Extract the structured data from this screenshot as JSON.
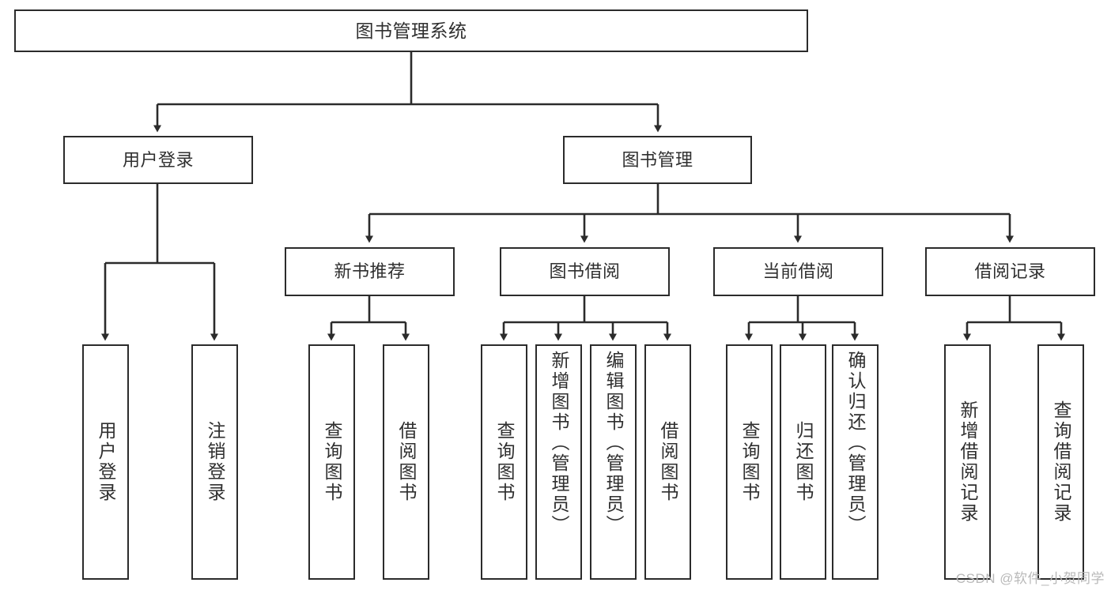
{
  "diagram": {
    "type": "tree-hierarchy",
    "title": "图书管理系统",
    "root": {
      "id": "root",
      "label": "图书管理系统"
    },
    "level1": [
      {
        "id": "user-login",
        "label": "用户登录"
      },
      {
        "id": "book-manage",
        "label": "图书管理"
      }
    ],
    "level2": [
      {
        "id": "new-book-rec",
        "label": "新书推荐",
        "parent": "book-manage"
      },
      {
        "id": "book-borrow",
        "label": "图书借阅",
        "parent": "book-manage"
      },
      {
        "id": "current-borrow",
        "label": "当前借阅",
        "parent": "book-manage"
      },
      {
        "id": "borrow-record",
        "label": "借阅记录",
        "parent": "book-manage"
      }
    ],
    "leaves": [
      {
        "id": "leaf-user-login",
        "label": "用户登录",
        "parent": "user-login"
      },
      {
        "id": "leaf-user-logout",
        "label": "注销登录",
        "parent": "user-login"
      },
      {
        "id": "leaf-query-book-1",
        "label": "查询图书",
        "parent": "new-book-rec"
      },
      {
        "id": "leaf-borrow-book-1",
        "label": "借阅图书",
        "parent": "new-book-rec"
      },
      {
        "id": "leaf-query-book-2",
        "label": "查询图书",
        "parent": "book-borrow"
      },
      {
        "id": "leaf-add-book",
        "label": "新增图书（管理员）",
        "parent": "book-borrow"
      },
      {
        "id": "leaf-edit-book",
        "label": "编辑图书（管理员）",
        "parent": "book-borrow"
      },
      {
        "id": "leaf-borrow-book-2",
        "label": "借阅图书",
        "parent": "book-borrow"
      },
      {
        "id": "leaf-query-book-3",
        "label": "查询图书",
        "parent": "current-borrow"
      },
      {
        "id": "leaf-return-book",
        "label": "归还图书",
        "parent": "current-borrow"
      },
      {
        "id": "leaf-confirm-return",
        "label": "确认归还（管理员）",
        "parent": "current-borrow"
      },
      {
        "id": "leaf-add-record",
        "label": "新增借阅记录",
        "parent": "borrow-record"
      },
      {
        "id": "leaf-query-record",
        "label": "查询借阅记录",
        "parent": "borrow-record"
      }
    ],
    "colors": {
      "stroke": "#2b2b2b",
      "text": "#2f2f2f",
      "background": "#ffffff",
      "watermark": "#b9b9b9"
    }
  },
  "watermark": {
    "text": "CSDN @软件_小贺同学"
  }
}
